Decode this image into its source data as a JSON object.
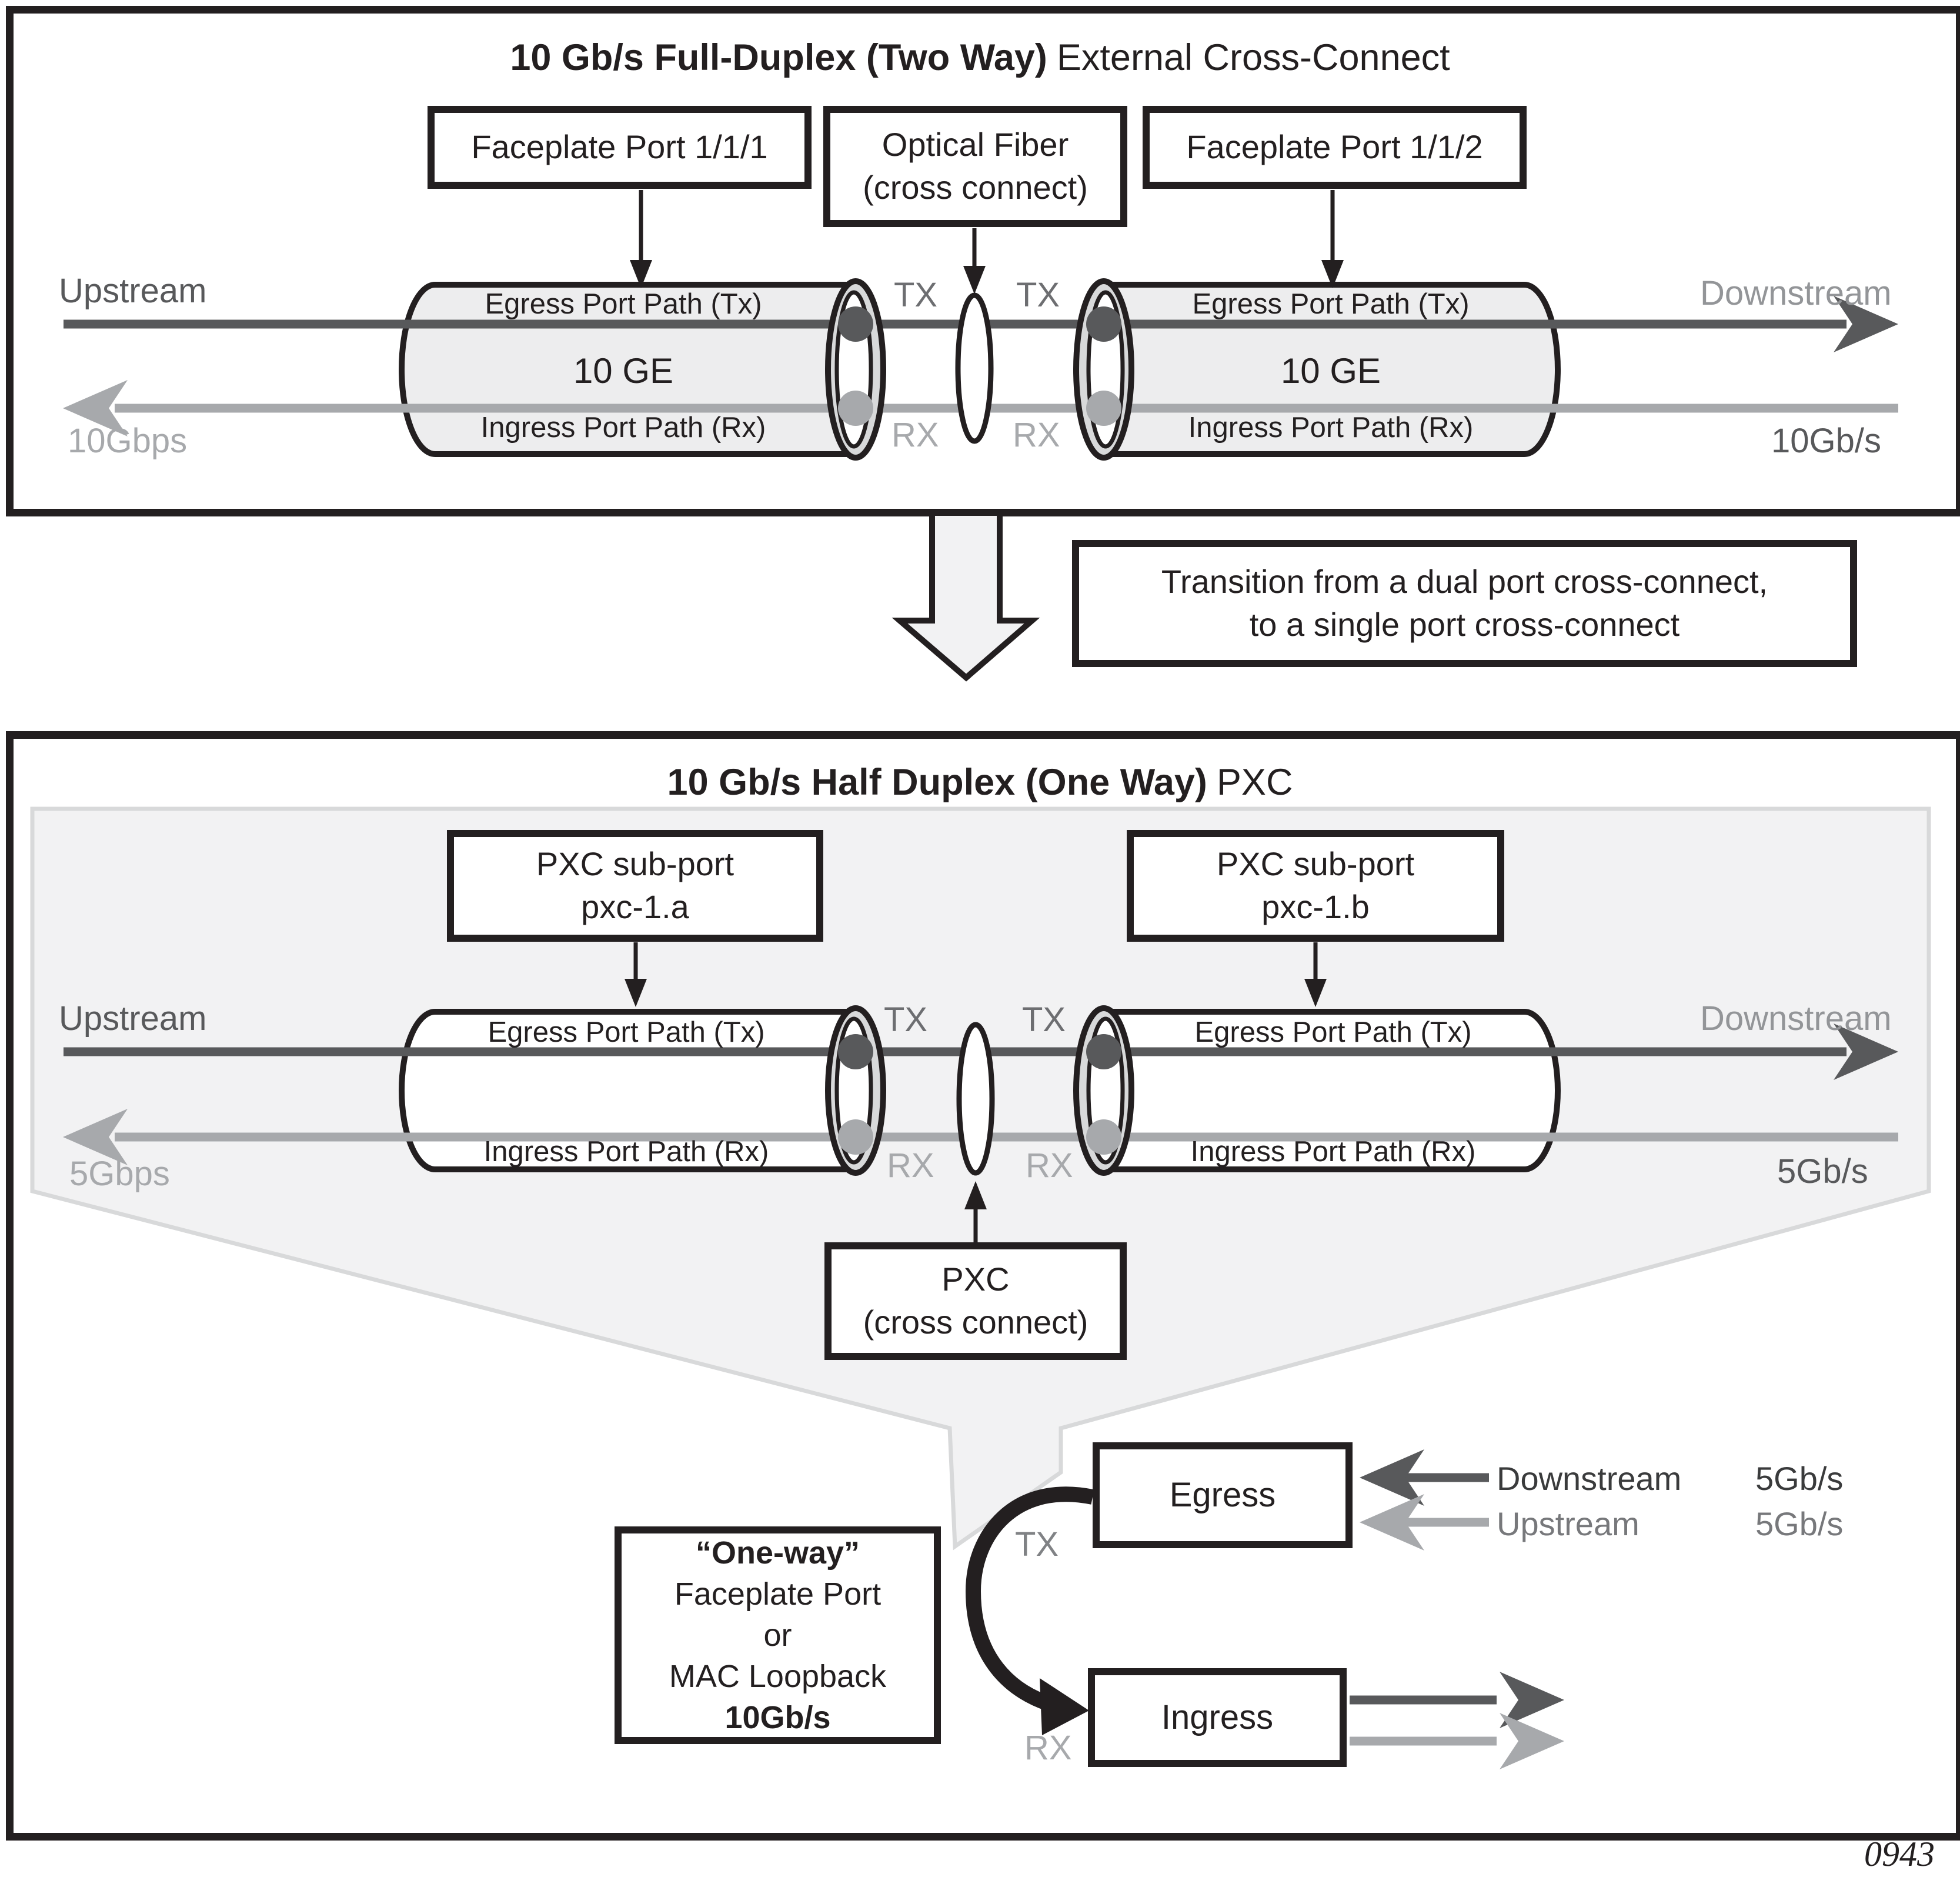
{
  "figure": {
    "number": "0943"
  },
  "colors": {
    "black": "#231f20",
    "dark_gray": "#58595b",
    "mid_gray": "#939598",
    "light_gray": "#a7a9ac",
    "panel_shade": "#f2f2f3"
  },
  "top_panel": {
    "title_bold": "10 Gb/s Full-Duplex (Two Way)",
    "title_rest": "External Cross-Connect",
    "faceplate_port_1": "Faceplate Port 1/1/1",
    "optical_fiber": {
      "line1": "Optical Fiber",
      "line2": "(cross connect)"
    },
    "faceplate_port_2": "Faceplate Port 1/1/2",
    "upstream": "Upstream",
    "downstream": "Downstream",
    "rate_left": "10Gbps",
    "rate_right": "10Gb/s",
    "tx": "TX",
    "rx": "RX",
    "egress_path": "Egress Port Path (Tx)",
    "ingress_path": "Ingress Port Path (Rx)",
    "capacity": "10 GE"
  },
  "transition": {
    "line1": "Transition from a dual port cross-connect,",
    "line2": "to a single port cross-connect"
  },
  "bottom_panel": {
    "title_bold": "10 Gb/s Half Duplex (One Way)",
    "title_rest": "PXC",
    "subport_a": {
      "line1": "PXC sub-port",
      "line2": "pxc-1.a"
    },
    "subport_b": {
      "line1": "PXC sub-port",
      "line2": "pxc-1.b"
    },
    "pxc_box": {
      "line1": "PXC",
      "line2": "(cross connect)"
    },
    "oneway_box": {
      "line1": "“One-way”",
      "line2": "Faceplate Port",
      "line3": "or",
      "line4": "MAC Loopback",
      "line5": "10Gb/s"
    },
    "egress": "Egress",
    "ingress": "Ingress",
    "upstream": "Upstream",
    "downstream": "Downstream",
    "rate_left": "5Gbps",
    "rate_right": "5Gb/s",
    "tx": "TX",
    "rx": "RX",
    "egress_path": "Egress Port Path (Tx)",
    "ingress_path": "Ingress Port Path (Rx)",
    "legend": {
      "downstream": "Downstream",
      "downstream_rate": "5Gb/s",
      "upstream": "Upstream",
      "upstream_rate": "5Gb/s"
    }
  }
}
